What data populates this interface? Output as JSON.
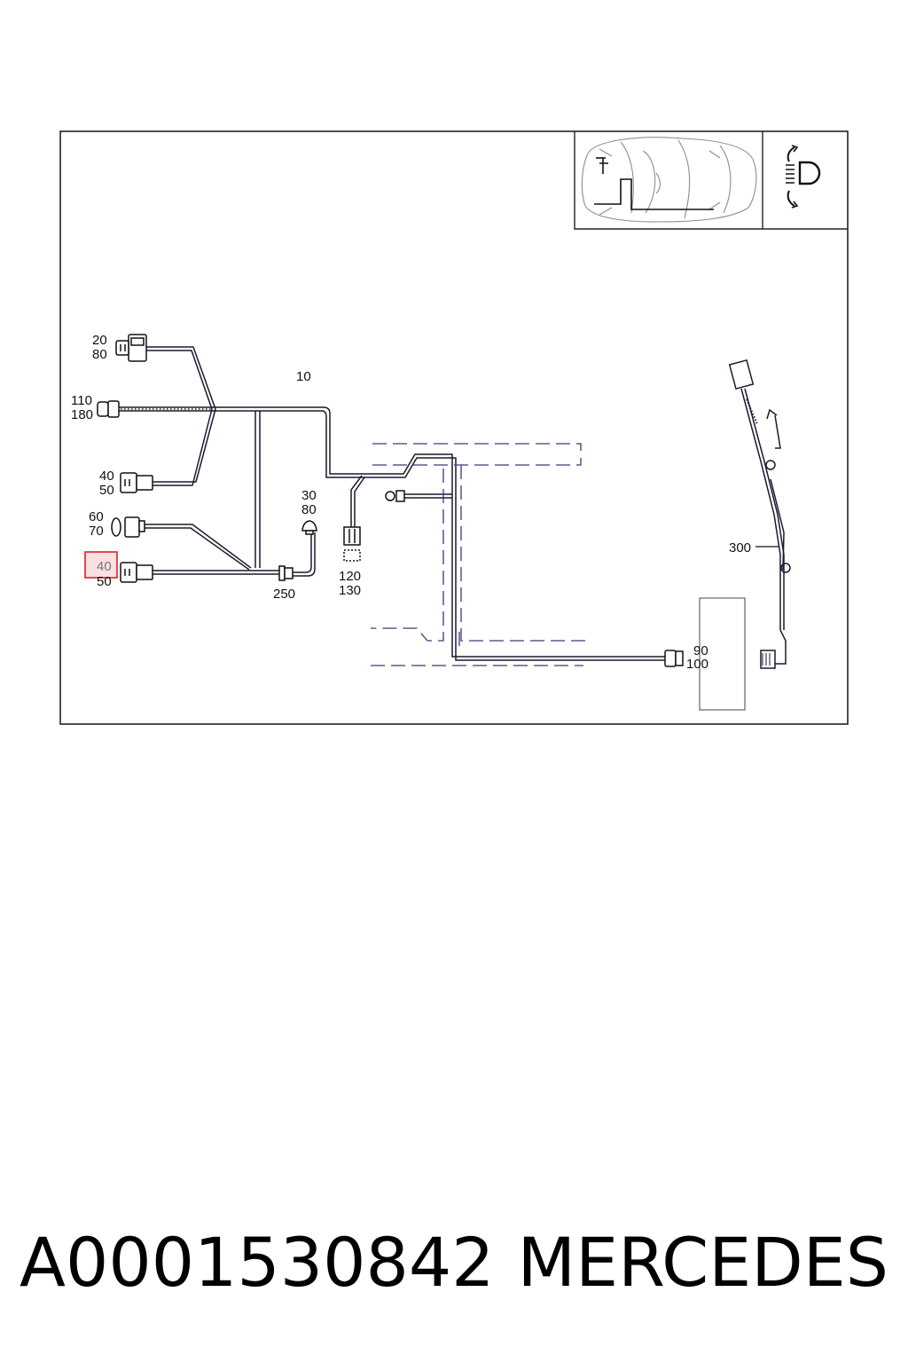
{
  "diagram": {
    "callouts": {
      "c20": "20",
      "c80a": "80",
      "c110": "110",
      "c180": "180",
      "c10": "10",
      "c40a": "40",
      "c50a": "50",
      "c30": "30",
      "c80b": "80",
      "c60": "60",
      "c70": "70",
      "c40b": "40",
      "c50b": "50",
      "c250": "250",
      "c120": "120",
      "c130": "130",
      "c300": "300",
      "c90": "90",
      "c100": "100"
    },
    "highlighted_callout": "40"
  },
  "caption": {
    "part_number": "A0001530842",
    "brand": "MERCEDES"
  },
  "colors": {
    "line": "#1a1a2e",
    "dashed": "#3a3a7a",
    "highlight": "#e0202a"
  },
  "icons": [
    "car-location-icon",
    "headlight-range-icon"
  ]
}
